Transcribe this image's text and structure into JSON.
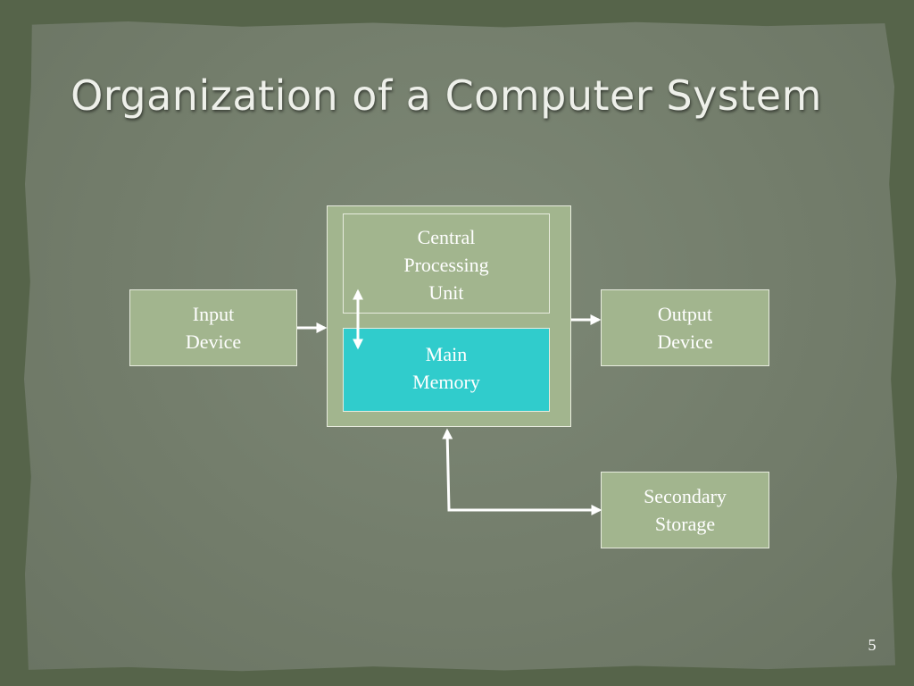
{
  "title": "Organization of a Computer System",
  "diagram": {
    "input_device": "Input\nDevice",
    "cpu": "Central\nProcessing\nUnit",
    "main_memory": "Main\nMemory",
    "output_device": "Output\nDevice",
    "secondary_storage": "Secondary\nStorage"
  },
  "page_number": "5",
  "colors": {
    "box_fill": "#a2b58e",
    "memory_fill": "#30cccc",
    "background": "#737d6b",
    "arrow": "#ffffff"
  }
}
